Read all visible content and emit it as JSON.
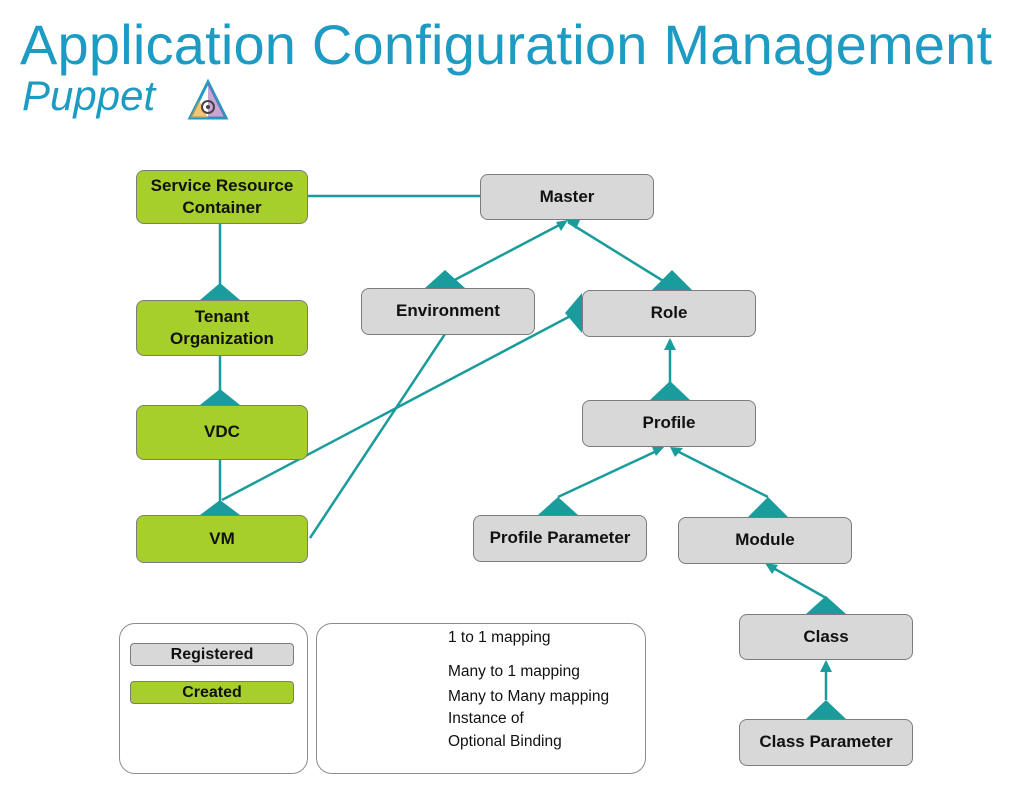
{
  "header": {
    "title": "Application Configuration Management",
    "subtitle": "Puppet"
  },
  "logo_icon": "flask-triangle-icon",
  "colors": {
    "title": "#1e9bc2",
    "connector": "#1a9c9c",
    "registered": "#d8d8d8",
    "created": "#a6cf2b"
  },
  "nodes": {
    "service_resource_container": "Service Resource Container",
    "tenant_organization": "Tenant Organization",
    "vdc": "VDC",
    "vm": "VM",
    "master": "Master",
    "environment": "Environment",
    "role": "Role",
    "profile": "Profile",
    "profile_parameter": "Profile Parameter",
    "module": "Module",
    "class": "Class",
    "class_parameter": "Class Parameter"
  },
  "legend": {
    "registered": "Registered",
    "created": "Created",
    "one_to_one": "1 to 1 mapping",
    "many_to_one": "Many to 1 mapping",
    "many_to_many": "Many to Many mapping",
    "instance_of": "Instance of",
    "optional_binding": "Optional Binding"
  }
}
